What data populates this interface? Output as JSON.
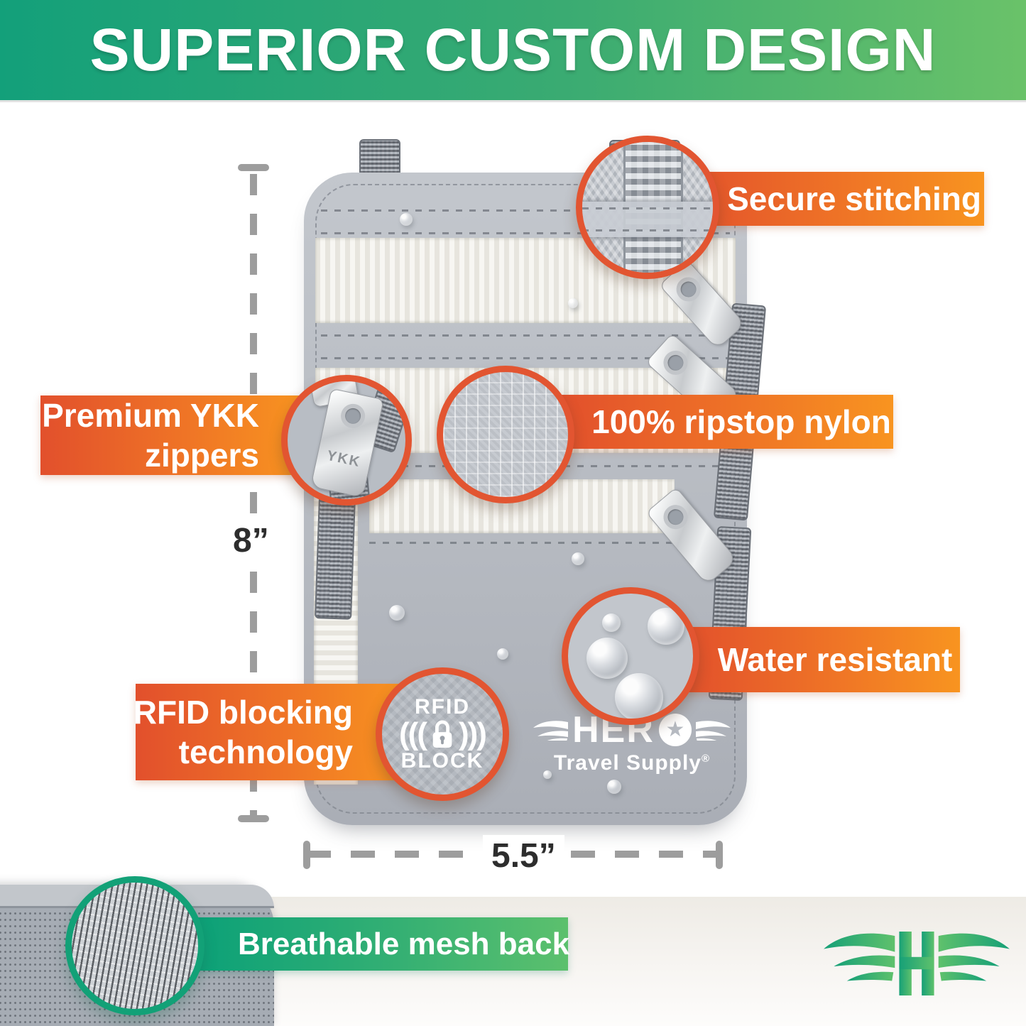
{
  "banner": {
    "title": "SUPERIOR CUSTOM DESIGN"
  },
  "callouts": {
    "secure": {
      "label": "Secure stitching"
    },
    "ykk": {
      "line1": "Premium YKK",
      "line2": "zippers"
    },
    "ripstop": {
      "label": "100% ripstop nylon"
    },
    "water": {
      "label": "Water resistant"
    },
    "rfid": {
      "line1": "RFID blocking",
      "line2": "technology"
    },
    "mesh": {
      "label": "Breathable mesh back"
    }
  },
  "dimensions": {
    "height_label": "8”",
    "width_label": "5.5”"
  },
  "product": {
    "brand": "HER",
    "brand_sub": "Travel Supply",
    "registered": "®",
    "zipper_brand": "YKK",
    "rfid_badge": {
      "top": "RFID",
      "bottom": "BLOCK",
      "waves_left": "(((",
      "waves_right": ")))"
    }
  },
  "footer": {
    "logo_letter": "H"
  },
  "icons": {
    "star": "★",
    "wing": "wing-shape",
    "lock": "padlock-shape",
    "magnifier_circle": "zoom-detail-circle"
  },
  "colors": {
    "banner_green_left": "#13a07a",
    "banner_green_right": "#6ac269",
    "accent_orange_left": "#e2502c",
    "accent_orange_right": "#f89420",
    "ring_orange": "#e25531",
    "ring_green": "#12a177",
    "fabric_gray": "#b6bac1",
    "dimension_gray": "#9d9d9d"
  }
}
